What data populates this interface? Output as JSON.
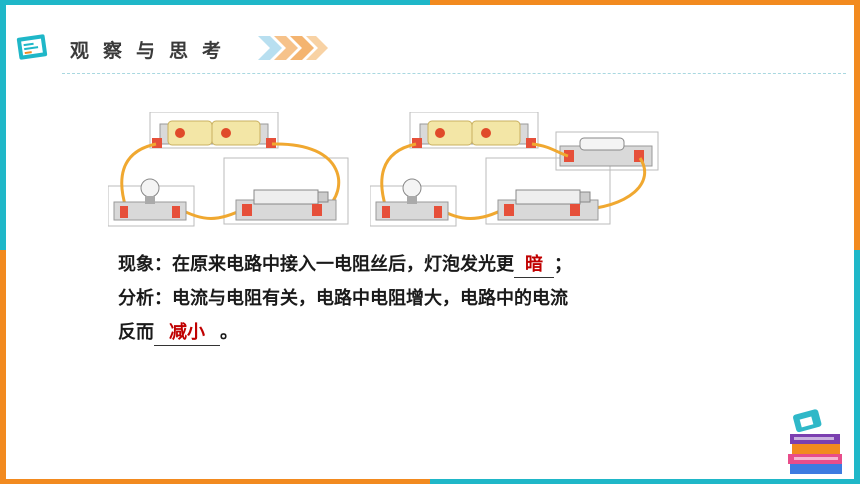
{
  "header": {
    "title": "观察与思考"
  },
  "content": {
    "line1_prefix": "现象：在原来电路中接入一电阻丝后，灯泡发光更",
    "line1_answer": "暗",
    "line1_suffix": "；",
    "line2": "分析：电流与电阻有关，电路中电阻增大，电路中的电流",
    "line3_prefix": "反而",
    "line3_answer": "减小",
    "line3_suffix": "。"
  },
  "colors": {
    "accent_teal": "#1fb7c8",
    "accent_orange": "#f28a1f",
    "answer_red": "#c00000",
    "wire": "#f0a830"
  },
  "icons": [
    "presentation-board-icon",
    "chevron-arrows-icon",
    "books-stack-icon"
  ]
}
